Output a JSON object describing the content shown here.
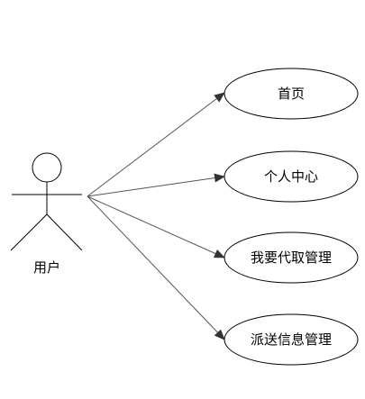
{
  "actor": {
    "label": "用户"
  },
  "use_cases": [
    {
      "label": "首页"
    },
    {
      "label": "个人中心"
    },
    {
      "label": "我要代取管理"
    },
    {
      "label": "派送信息管理"
    }
  ]
}
